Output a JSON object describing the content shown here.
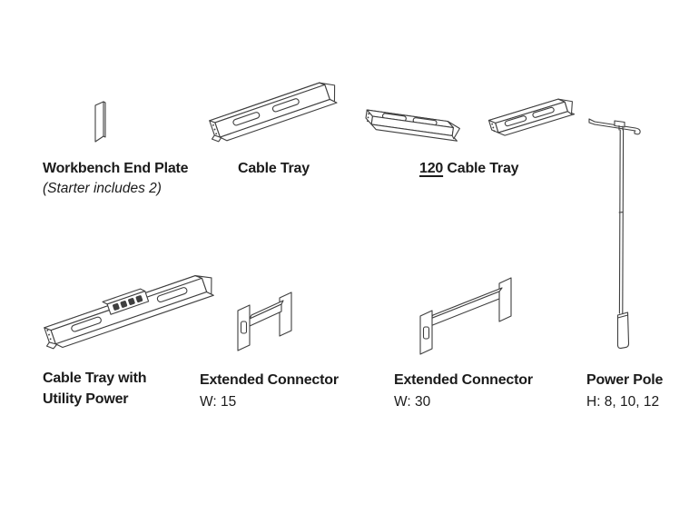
{
  "page": {
    "background": "#ffffff",
    "line_color": "#3f3f3f",
    "text_color": "#1b1b1b"
  },
  "items": [
    {
      "title": "Workbench End Plate",
      "note": "(Starter includes 2)",
      "drawing": "end-plate-line-drawing"
    },
    {
      "title": "Cable Tray",
      "drawing": "cable-tray-line-drawing"
    },
    {
      "title_number": "120",
      "title_text": "Cable Tray",
      "drawing": "120-cable-tray-line-drawing"
    },
    {
      "title_line1": "Cable Tray with",
      "title_line2": "Utility Power",
      "drawing": "cable-tray-utility-power-line-drawing"
    },
    {
      "title": "Extended Connector",
      "spec": "W: 15",
      "drawing": "extended-connector-w15-line-drawing"
    },
    {
      "title": "Extended Connector",
      "spec": "W: 30",
      "drawing": "extended-connector-w30-line-drawing"
    },
    {
      "title": "Power Pole",
      "spec": "H: 8, 10, 12",
      "drawing": "power-pole-line-drawing"
    }
  ]
}
